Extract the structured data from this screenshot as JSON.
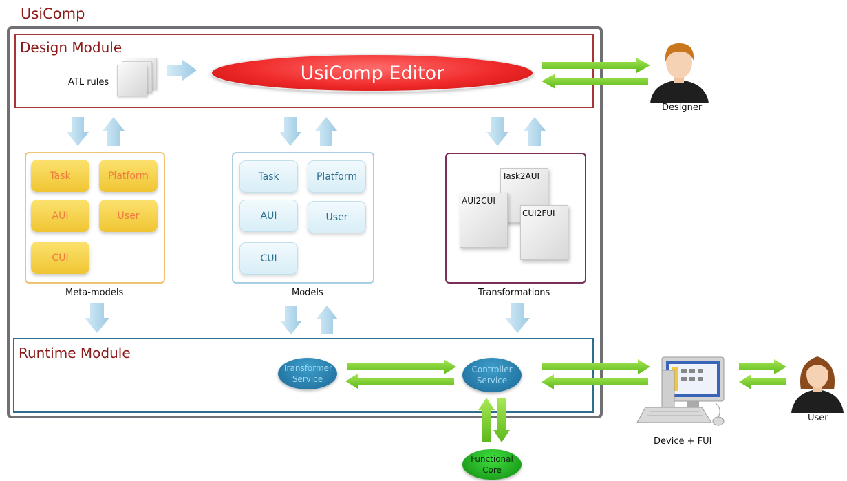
{
  "title": "UsiComp",
  "design_module": {
    "title": "Design Module",
    "atl_label": "ATL rules",
    "editor_label": "UsiComp Editor"
  },
  "designer_label": "Designer",
  "meta_models": {
    "caption": "Meta-models",
    "items": [
      "Task",
      "Platform",
      "AUI",
      "User",
      "CUI"
    ]
  },
  "models": {
    "caption": "Models",
    "items": [
      "Task",
      "Platform",
      "AUI",
      "User",
      "CUI"
    ]
  },
  "transformations": {
    "caption": "Transformations",
    "docs": [
      "Task2AUI",
      "AUI2CUI",
      "CUI2FUI"
    ]
  },
  "runtime_module": {
    "title": "Runtime Module",
    "transformer": [
      "Transformer",
      "Service"
    ],
    "controller": [
      "Controller",
      "Service"
    ]
  },
  "functional_core": [
    "Functional",
    "Core"
  ],
  "device_label": "Device + FUI",
  "user_label": "User",
  "colors": {
    "module_title": "#8b1a1a",
    "editor_fill": "#f02a2a",
    "flow_arrow": "#7ed321",
    "panel_arrow": "#b5d9ee"
  }
}
